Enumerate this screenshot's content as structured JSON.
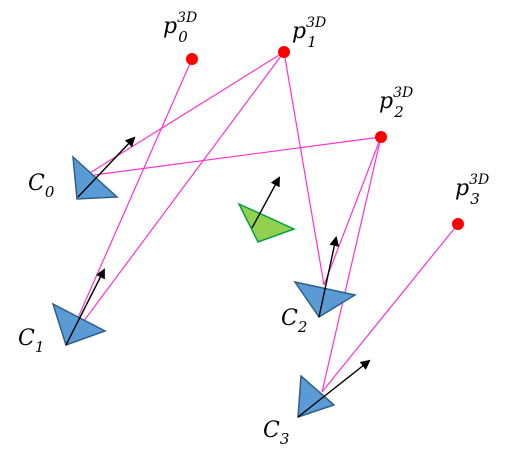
{
  "colors": {
    "ray": "#ff33cc",
    "point": "#ff0000",
    "camera_fill": "#5b9bd5",
    "camera_stroke": "#2e5f8a",
    "query_camera_fill": "#92d050",
    "query_camera_stroke": "#00a040",
    "arrow": "#000000"
  },
  "points": [
    {
      "id": "p0",
      "base": "p",
      "sub": "0",
      "sup": "3D"
    },
    {
      "id": "p1",
      "base": "p",
      "sub": "1",
      "sup": "3D"
    },
    {
      "id": "p2",
      "base": "p",
      "sub": "2",
      "sup": "3D"
    },
    {
      "id": "p3",
      "base": "p",
      "sub": "3",
      "sup": "3D"
    }
  ],
  "cameras": [
    {
      "id": "c0",
      "base": "C",
      "sub": "0",
      "sees": [
        "p1",
        "p2"
      ]
    },
    {
      "id": "c1",
      "base": "C",
      "sub": "1",
      "sees": [
        "p0",
        "p1"
      ]
    },
    {
      "id": "c2",
      "base": "C",
      "sub": "2",
      "sees": [
        "p1",
        "p2"
      ]
    },
    {
      "id": "c3",
      "base": "C",
      "sub": "3",
      "sees": [
        "p2",
        "p3"
      ]
    }
  ],
  "query_camera": {
    "id": "query",
    "label": ""
  }
}
